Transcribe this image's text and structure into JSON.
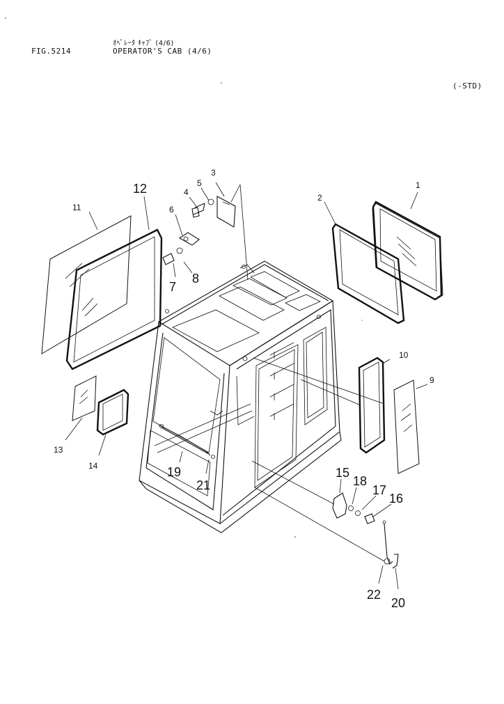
{
  "header": {
    "fig_code": "FIG.5214",
    "title_jp": "ｵﾍﾟﾚｰﾀ ｷｬﾌﾞ (4/6)",
    "title_en": "OPERATOR'S CAB (4/6)",
    "std_note": "(-STD)"
  },
  "callouts": {
    "c1": "1",
    "c2": "2",
    "c3": "3",
    "c4": "4",
    "c5": "5",
    "c6": "6",
    "c7": "7",
    "c8": "8",
    "c9": "9",
    "c10": "10",
    "c11": "11",
    "c12": "12",
    "c13": "13",
    "c14": "14",
    "c15": "15",
    "c16": "16",
    "c17": "17",
    "c18": "18",
    "c19": "19",
    "c20": "20",
    "c21": "21",
    "c22": "22"
  }
}
